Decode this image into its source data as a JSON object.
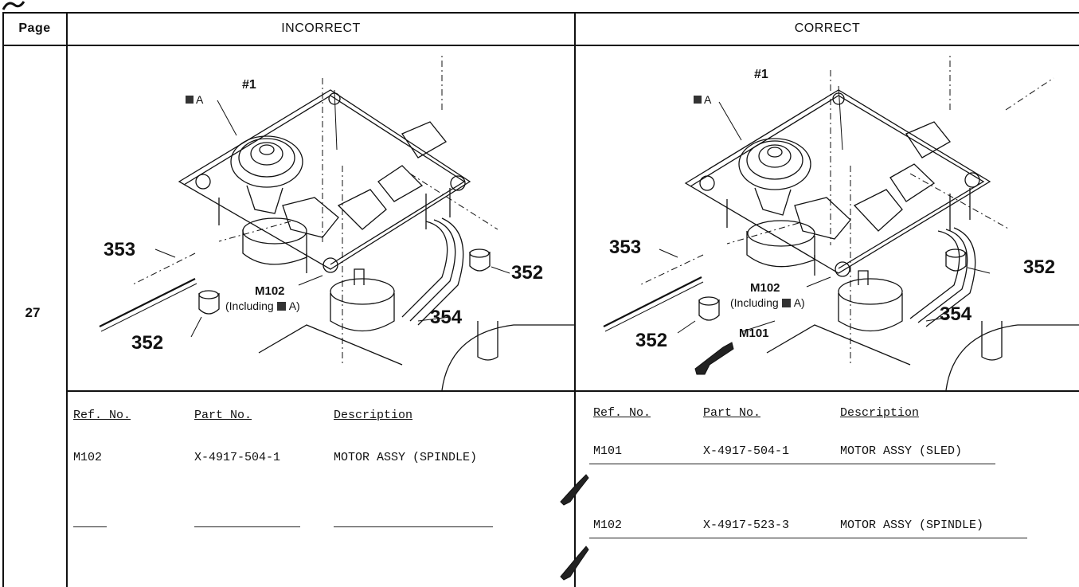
{
  "header": {
    "page_label": "Page",
    "incorrect_label": "INCORRECT",
    "correct_label": "CORRECT"
  },
  "page_number": "27",
  "diagram_labels": {
    "screw": "#1",
    "mark": "A",
    "rod": "353",
    "mount_left": "352",
    "mount_right": "352",
    "motor": "M102",
    "motor_note_prefix": "(Including",
    "motor_note_suffix": "A)",
    "cable": "354",
    "sled_motor": "M101"
  },
  "table_headers": {
    "ref_no": "Ref. No.",
    "part_no": "Part No.",
    "description": "Description"
  },
  "incorrect_rows": [
    {
      "ref_no": "M102",
      "part_no": "X-4917-504-1",
      "description": "MOTOR ASSY (SPINDLE)"
    }
  ],
  "correct_rows": [
    {
      "ref_no": "M101",
      "part_no": "X-4917-504-1",
      "description": "MOTOR ASSY (SLED)"
    },
    {
      "ref_no": "M102",
      "part_no": "X-4917-523-3",
      "description": "MOTOR ASSY (SPINDLE)"
    }
  ],
  "correct_header_ref_no": "Ref. No.",
  "colors": {
    "ink": "#111111",
    "paper": "#ffffff"
  }
}
